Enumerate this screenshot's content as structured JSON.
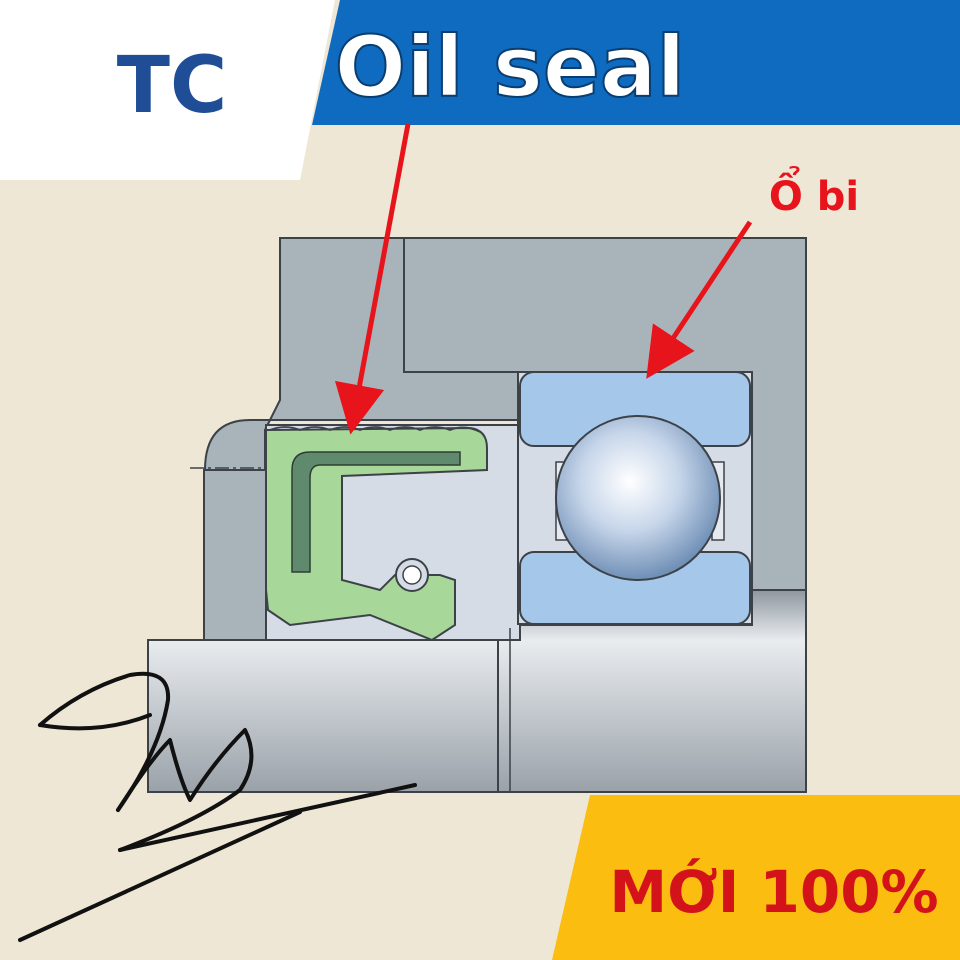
{
  "banner": {
    "code": "TC",
    "product": "Oil seal"
  },
  "labels": {
    "bearing": "Ổ bi",
    "condition": "MỚI 100%"
  },
  "colors": {
    "background": "#efe7d6",
    "banner_blue": "#0f6bbf",
    "code_text": "#1f4d96",
    "seal_green": "#a8d79a",
    "bearing_blue": "#a5c7ea",
    "housing_gray": "#a9b3ba",
    "arrow_red": "#e8141c",
    "badge_yellow": "#fbbd0f",
    "badge_text": "#d4121a"
  },
  "icons": [
    "signature-mark"
  ]
}
